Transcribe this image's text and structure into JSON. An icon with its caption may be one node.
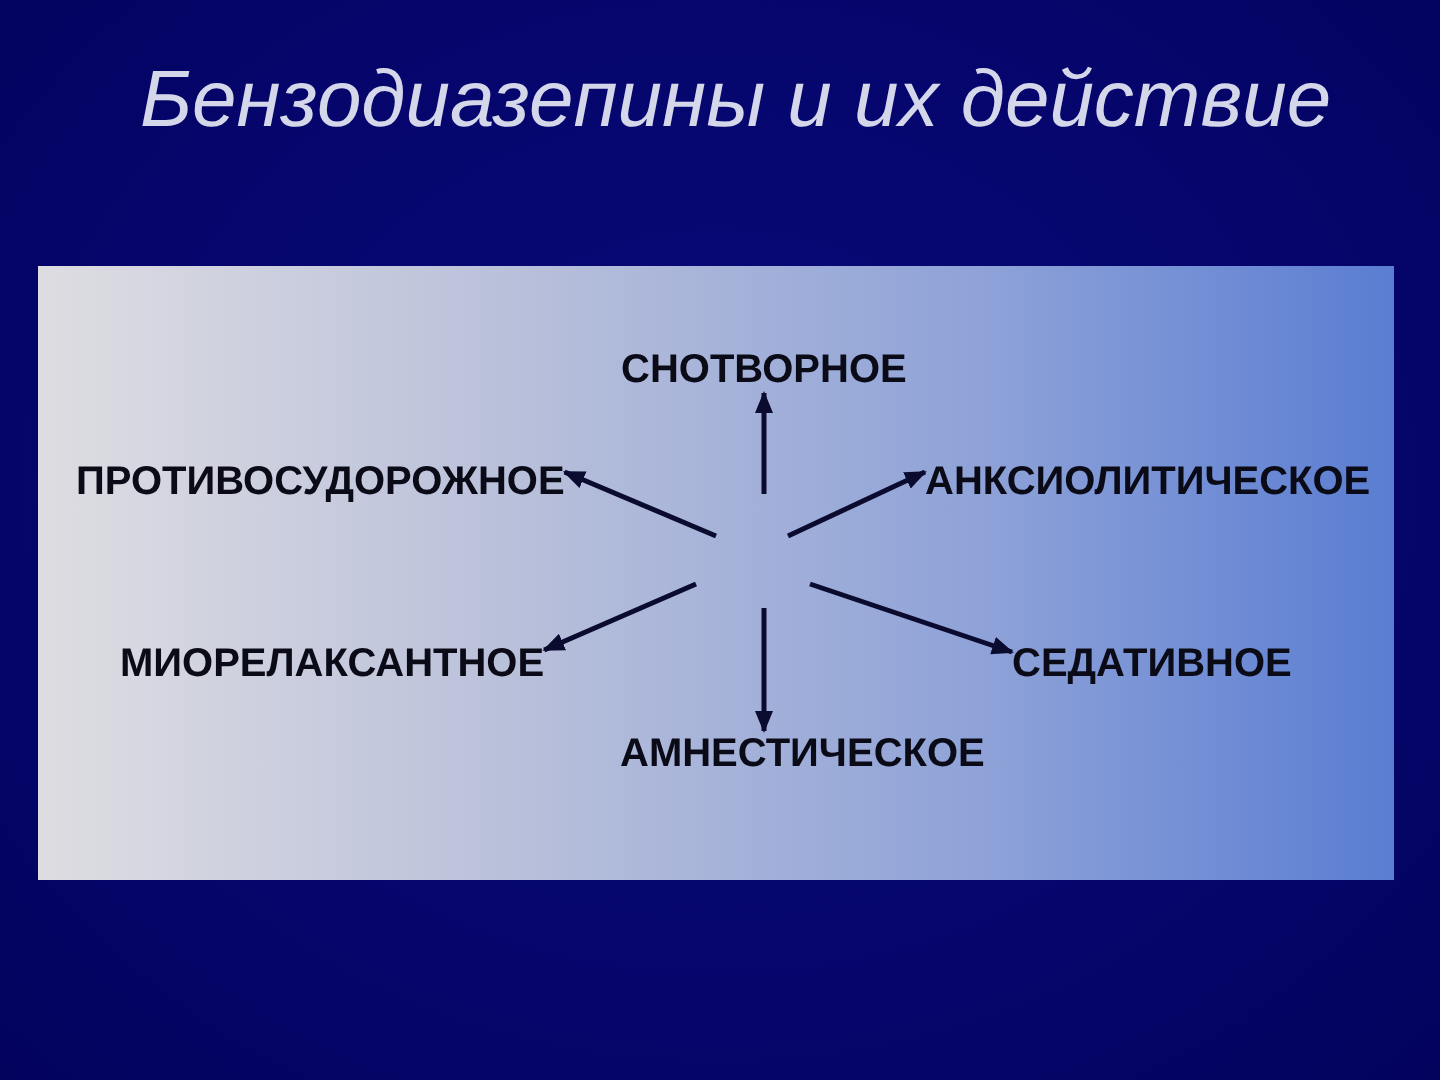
{
  "diagram": {
    "title": "Бензодиазепины и их действие",
    "nodes": [
      {
        "text": [],
        "shape": "box"
      },
      {
        "text": [
          "СНОТВОРНОЕ"
        ],
        "in": 0
      },
      {
        "text": [
          "ПРОТИВОСУДОРОЖНОЕ"
        ],
        "in": 0
      },
      {
        "text": [
          "АНКСИОЛИТИЧЕСКОЕ"
        ],
        "in": 0
      },
      {
        "text": [
          "МИОРЕЛАКСАНТНОЕ"
        ],
        "in": 0
      },
      {
        "text": [
          "СЕДАТИВНОЕ"
        ],
        "in": 0
      },
      {
        "text": [
          "АМНЕСТИЧЕСКОЕ"
        ],
        "in": 0
      }
    ],
    "edges": [
      {
        "from": null,
        "to": 1,
        "arrow": "to"
      },
      {
        "from": null,
        "to": 2,
        "arrow": "to"
      },
      {
        "from": null,
        "to": 3,
        "arrow": "to"
      },
      {
        "from": null,
        "to": 4,
        "arrow": "to"
      },
      {
        "from": null,
        "to": 5,
        "arrow": "to"
      },
      {
        "from": null,
        "to": 6,
        "arrow": "to"
      }
    ]
  }
}
